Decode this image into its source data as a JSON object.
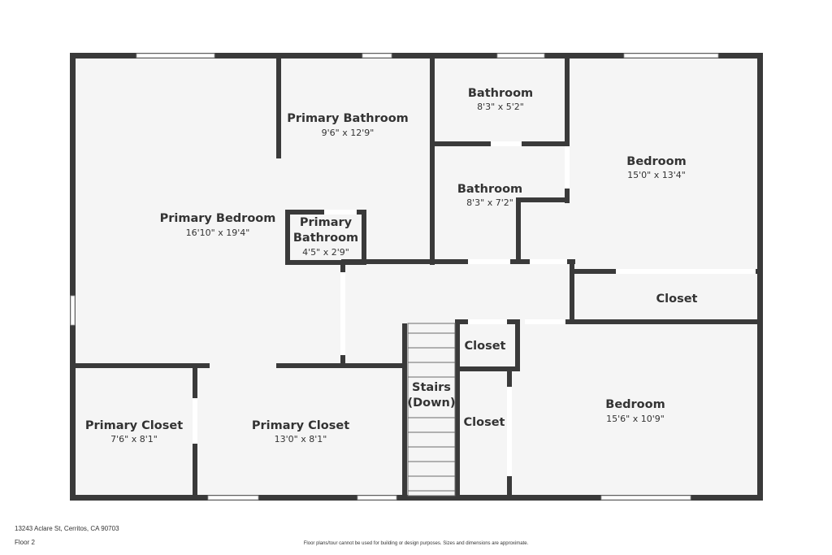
{
  "rooms": {
    "primary_bedroom": {
      "name": "Primary Bedroom",
      "dim": "16'10\" x 19'4\""
    },
    "primary_bathroom": {
      "name": "Primary Bathroom",
      "dim": "9'6\" x 12'9\""
    },
    "primary_bathroom_small": {
      "name_line1": "Primary",
      "name_line2": "Bathroom",
      "dim": "4'5\" x 2'9\""
    },
    "bathroom_top": {
      "name": "Bathroom",
      "dim": "8'3\" x 5'2\""
    },
    "bathroom_mid": {
      "name": "Bathroom",
      "dim": "8'3\" x 7'2\""
    },
    "bedroom_top": {
      "name": "Bedroom",
      "dim": "15'0\" x 13'4\""
    },
    "closet_right": {
      "name": "Closet"
    },
    "closet_mid": {
      "name": "Closet"
    },
    "closet_lower": {
      "name": "Closet"
    },
    "bedroom_bottom": {
      "name": "Bedroom",
      "dim": "15'6\" x 10'9\""
    },
    "stairs": {
      "name_line1": "Stairs",
      "name_line2": "(Down)"
    },
    "primary_closet_left": {
      "name": "Primary Closet",
      "dim": "7'6\" x 8'1\""
    },
    "primary_closet_mid": {
      "name": "Primary Closet",
      "dim": "13'0\" x 8'1\""
    }
  },
  "footer": {
    "address": "13243 Aclare St, Cerritos, CA 90703",
    "floor": "Floor 2",
    "disclaimer": "Floor plans/tour cannot be used for building or design purposes. Sizes and dimensions are approximate."
  },
  "colors": {
    "wall": "#3a3a3a",
    "floor": "#f5f5f5",
    "text": "#333333"
  }
}
